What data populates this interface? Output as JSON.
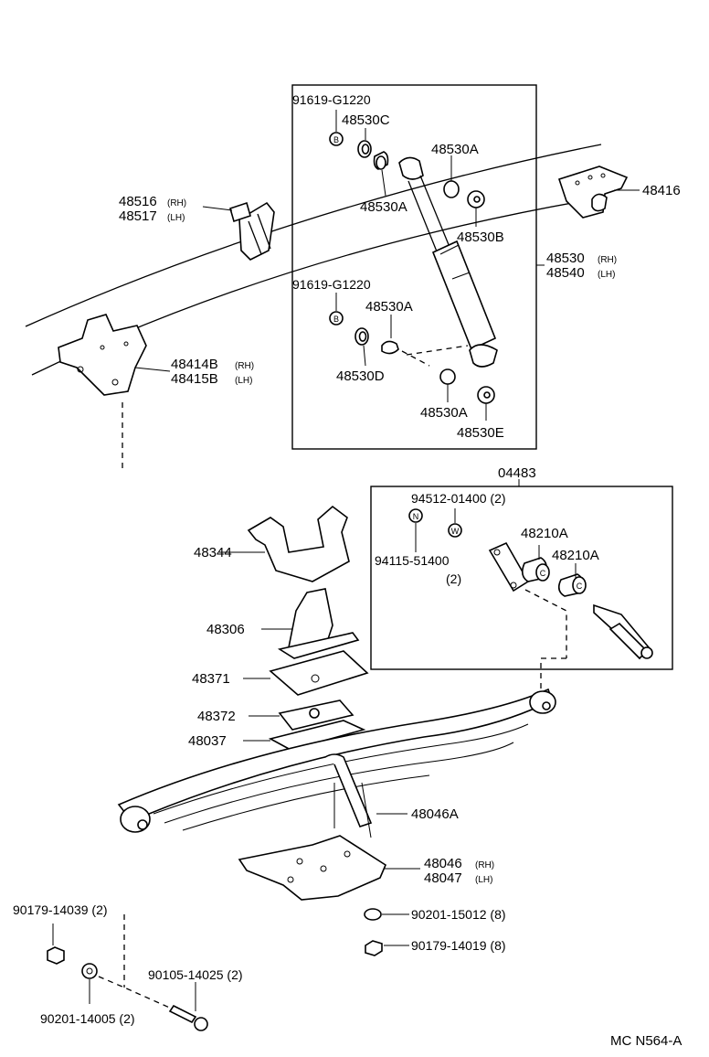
{
  "labels": {
    "n91619_top": "91619-G1220",
    "n48530C": "48530C",
    "n48530A_1": "48530A",
    "n48530A_2": "48530A",
    "n48530B": "48530B",
    "n48516": "48516",
    "n48517": "48517",
    "rh": "(RH)",
    "lh": "(LH)",
    "n48416": "48416",
    "n48530": "48530",
    "n48540": "48540",
    "n91619_bot": "91619-G1220",
    "n48530A_3": "48530A",
    "n48530D": "48530D",
    "n48530A_4": "48530A",
    "n48530E": "48530E",
    "n48414B": "48414B",
    "n48415B": "48415B",
    "n04483": "04483",
    "n94512": "94512-01400 (2)",
    "n94115": "94115-51400",
    "qty2": "(2)",
    "n48210A_1": "48210A",
    "n48210A_2": "48210A",
    "n48344": "48344",
    "n48306": "48306",
    "n48371": "48371",
    "n48372": "48372",
    "n48037": "48037",
    "n48046A": "48046A",
    "n48046": "48046",
    "n48047": "48047",
    "n90201_15012": "90201-15012 (8)",
    "n90179_14019": "90179-14019 (8)",
    "n90179_14039": "90179-14039 (2)",
    "n90105_14025": "90105-14025 (2)",
    "n90201_14005": "90201-14005 (2)",
    "sym_B": "B",
    "sym_N": "N",
    "sym_W": "W",
    "sym_C": "C",
    "footer_code": "MC N564-A"
  }
}
